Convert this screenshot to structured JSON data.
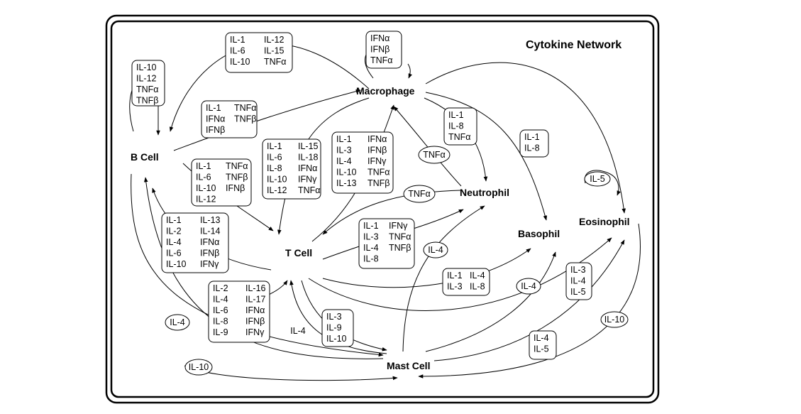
{
  "title": "Cytokine Network",
  "cells": {
    "macrophage": "Macrophage",
    "b_cell": "B Cell",
    "t_cell": "T Cell",
    "neutrophil": "Neutrophil",
    "basophil": "Basophil",
    "eosinophil": "Eosinophil",
    "mast_cell": "Mast Cell"
  },
  "boxes": {
    "mac_to_b": [
      [
        "IL-1",
        "IL-12"
      ],
      [
        "IL-6",
        "IL-15"
      ],
      [
        "IL-10",
        "TNFα"
      ]
    ],
    "mac_self": [
      [
        "IFNα"
      ],
      [
        "IFNβ"
      ],
      [
        "TNFα"
      ]
    ],
    "b_self": [
      [
        "IL-10"
      ],
      [
        "IL-12"
      ],
      [
        "TNFα"
      ],
      [
        "TNFβ"
      ]
    ],
    "b_to_mac": [
      [
        "IL-1",
        "TNFα"
      ],
      [
        "IFNα",
        "TNFβ"
      ],
      [
        "IFNβ",
        ""
      ]
    ],
    "b_to_t": [
      [
        "IL-1",
        "TNFα"
      ],
      [
        "IL-6",
        "TNFβ"
      ],
      [
        "IL-10",
        "IFNβ"
      ],
      [
        "IL-12",
        ""
      ]
    ],
    "mac_to_t": [
      [
        "IL-1",
        "IL-15"
      ],
      [
        "IL-6",
        "IL-18"
      ],
      [
        "IL-8",
        "IFNα"
      ],
      [
        "IL-10",
        "IFNγ"
      ],
      [
        "IL-12",
        "TNFα"
      ]
    ],
    "t_to_mac": [
      [
        "IL-1",
        "IFNα"
      ],
      [
        "IL-3",
        "IFNβ"
      ],
      [
        "IL-4",
        "IFNγ"
      ],
      [
        "IL-10",
        "TNFα"
      ],
      [
        "IL-13",
        "TNFβ"
      ]
    ],
    "mac_to_neut": [
      [
        "IL-1"
      ],
      [
        "IL-8"
      ],
      [
        "TNFα"
      ]
    ],
    "mac_to_baso": [
      [
        "IL-1"
      ],
      [
        "IL-8"
      ]
    ],
    "t_to_b": [
      [
        "IL-1",
        "IL-13"
      ],
      [
        "IL-2",
        "IL-14"
      ],
      [
        "IL-4",
        "IFNα"
      ],
      [
        "IL-6",
        "IFNβ"
      ],
      [
        "IL-10",
        "IFNγ"
      ]
    ],
    "t_to_neut": [
      [
        "IL-1",
        "IFNγ"
      ],
      [
        "IL-3",
        "TNFα"
      ],
      [
        "IL-4",
        "TNFβ"
      ],
      [
        "IL-8",
        ""
      ]
    ],
    "t_to_baso": [
      [
        "IL-1",
        "IL-4"
      ],
      [
        "IL-3",
        "IL-8"
      ]
    ],
    "mast_to_t": [
      [
        "IL-2",
        "IL-16"
      ],
      [
        "IL-4",
        "IL-17"
      ],
      [
        "IL-6",
        "IFNα"
      ],
      [
        "IL-8",
        "IFNβ"
      ],
      [
        "IL-9",
        "IFNγ"
      ]
    ],
    "t_to_mast": [
      [
        "IL-3"
      ],
      [
        "IL-9"
      ],
      [
        "IL-10"
      ]
    ],
    "t_to_eos": [
      [
        "IL-3"
      ],
      [
        "IL-4"
      ],
      [
        "IL-5"
      ]
    ],
    "mast_to_eos": [
      [
        "IL-4"
      ],
      [
        "IL-5"
      ]
    ]
  },
  "ovals": {
    "neut_to_mac": "TNFα",
    "neut_to_t": "TNFα",
    "eos_self": "IL-5",
    "mast_to_neut": "IL-4",
    "mast_to_baso": "IL-4",
    "b_to_mast": "IL-4",
    "mast_to_b": "IL-10",
    "eos_to_mast": "IL-10",
    "mast_t": "IL-4"
  }
}
